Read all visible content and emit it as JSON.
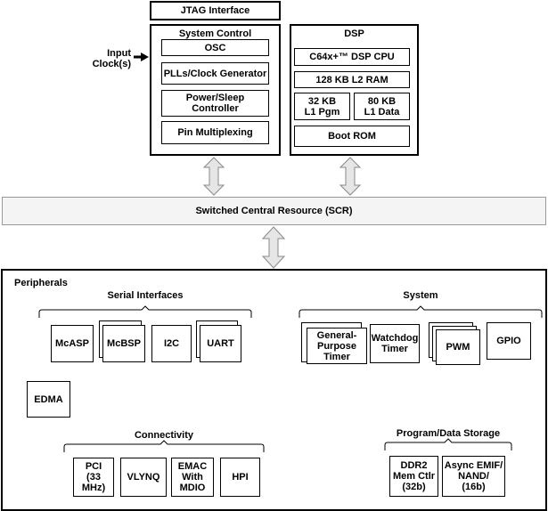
{
  "jtag": "JTAG Interface",
  "system_control": {
    "title": "System Control",
    "osc": "OSC",
    "pll": "PLLs/Clock Generator",
    "power": "Power/Sleep\nController",
    "pinmux": "Pin Multiplexing"
  },
  "input_clock": "Input\nClock(s)",
  "dsp": {
    "title": "DSP",
    "cpu": "C64x+™ DSP CPU",
    "l2": "128 KB L2 RAM",
    "l1p": "32 KB\nL1 Pgm",
    "l1d": "80 KB\nL1 Data",
    "boot": "Boot ROM"
  },
  "scr": "Switched Central Resource (SCR)",
  "peripherals": {
    "title": "Peripherals",
    "serial": {
      "title": "Serial Interfaces",
      "mcasp": "McASP",
      "mcbsp": "McBSP",
      "i2c": "I2C",
      "uart": "UART"
    },
    "system": {
      "title": "System",
      "gpt": "General-\nPurpose\nTimer",
      "wdt": "Watchdog\nTimer",
      "pwm": "PWM",
      "gpio": "GPIO"
    },
    "edma": "EDMA",
    "connectivity": {
      "title": "Connectivity",
      "pci": "PCI\n(33 MHz)",
      "vlynq": "VLYNQ",
      "emac": "EMAC\nWith\nMDIO",
      "hpi": "HPI"
    },
    "storage": {
      "title": "Program/Data Storage",
      "ddr2": "DDR2\nMem Ctlr\n(32b)",
      "emif": "Async EMIF/\nNAND/\n(16b)"
    }
  }
}
